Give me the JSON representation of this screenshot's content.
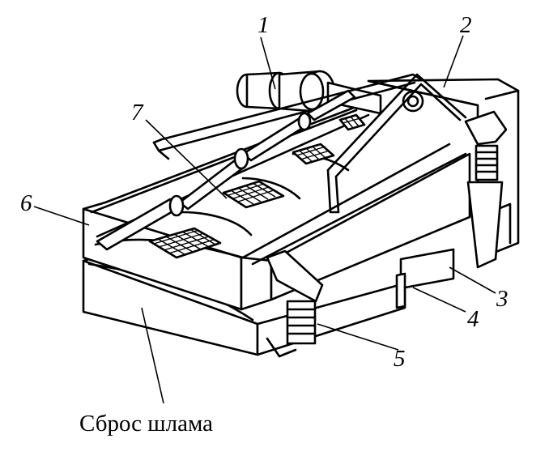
{
  "labels": {
    "l1": "1",
    "l2": "2",
    "l3": "3",
    "l4": "4",
    "l5": "5",
    "l6": "6",
    "l7": "7"
  },
  "caption": "Сброс шлама"
}
